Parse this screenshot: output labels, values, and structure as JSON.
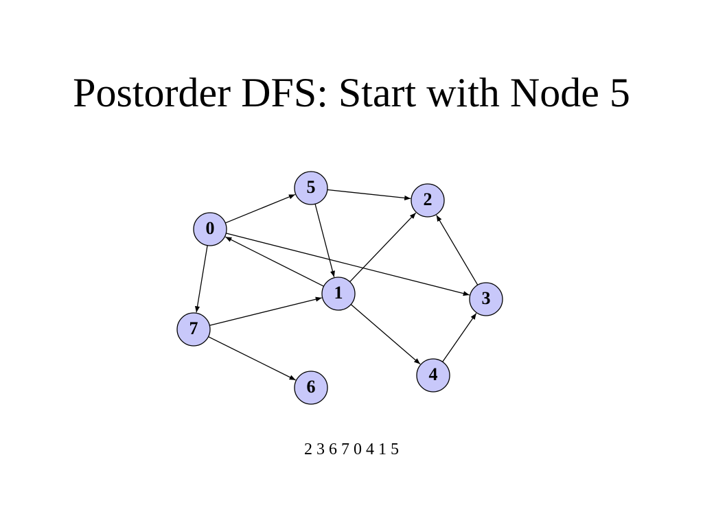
{
  "title": "Postorder DFS: Start with Node 5",
  "graph": {
    "node_fill": "#c8c8fa",
    "node_stroke": "#000000",
    "edge_color": "#000000",
    "nodes": [
      {
        "id": "0",
        "label": "0"
      },
      {
        "id": "1",
        "label": "1"
      },
      {
        "id": "2",
        "label": "2"
      },
      {
        "id": "3",
        "label": "3"
      },
      {
        "id": "4",
        "label": "4"
      },
      {
        "id": "5",
        "label": "5"
      },
      {
        "id": "6",
        "label": "6"
      },
      {
        "id": "7",
        "label": "7"
      }
    ],
    "edges": [
      {
        "from": "0",
        "to": "5"
      },
      {
        "from": "0",
        "to": "7"
      },
      {
        "from": "0",
        "to": "3"
      },
      {
        "from": "5",
        "to": "2"
      },
      {
        "from": "5",
        "to": "1"
      },
      {
        "from": "1",
        "to": "0"
      },
      {
        "from": "1",
        "to": "2"
      },
      {
        "from": "1",
        "to": "4"
      },
      {
        "from": "7",
        "to": "1"
      },
      {
        "from": "7",
        "to": "6"
      },
      {
        "from": "3",
        "to": "2"
      },
      {
        "from": "4",
        "to": "3"
      }
    ]
  },
  "postorder": [
    "2",
    "3",
    "6",
    "7",
    "0",
    "4",
    "1",
    "5"
  ]
}
